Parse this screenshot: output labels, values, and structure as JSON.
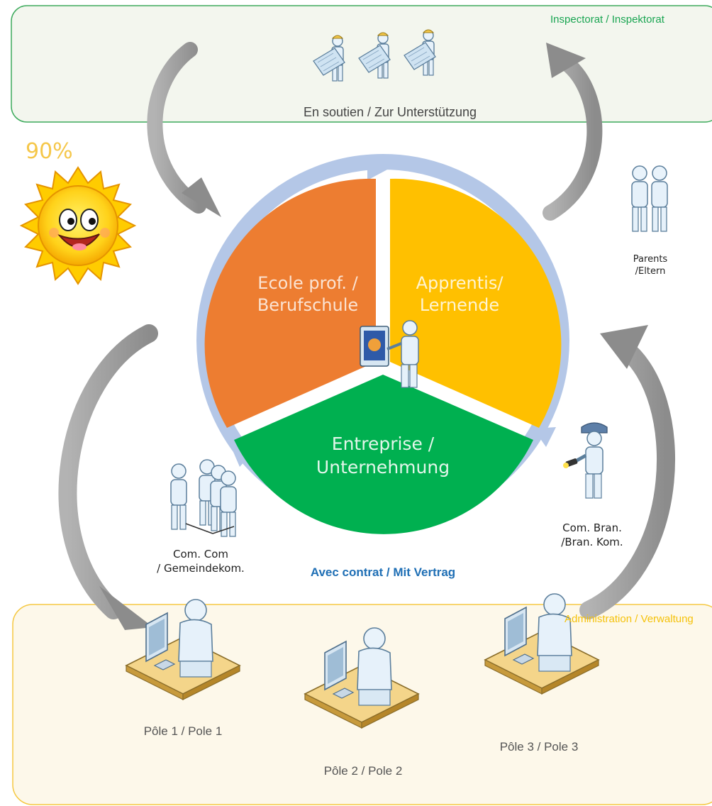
{
  "inspectorate": {
    "title": "Inspectorat / Inspektorat",
    "caption": "En soutien / Zur Unterstützung"
  },
  "sun": {
    "percent": "90%"
  },
  "cycle": {
    "school": [
      "Ecole prof. /",
      "Berufschule"
    ],
    "apprentice": [
      "Apprentis/",
      "Lernende"
    ],
    "company": [
      "Entreprise /",
      "Unternehmung"
    ]
  },
  "parents": [
    "Parents",
    "/Eltern"
  ],
  "branch_commission": [
    "Com. Bran.",
    "/Bran. Kom."
  ],
  "communal_commission": [
    "Com. Com",
    "/ Gemeindekom."
  ],
  "contract": "Avec contrat / Mit Vertrag",
  "administration": {
    "title": "Administration / Verwaltung",
    "poles": [
      "Pôle 1 / Pole 1",
      "Pôle 2 / Pole 2",
      "Pôle 3 / Pole 3"
    ]
  },
  "colors": {
    "inspectorate_border": "#3daa5c",
    "inspectorate_text": "#1aa552",
    "admin_border": "#f5c842",
    "admin_text": "#f5c20b",
    "school": "#ed7d31",
    "apprentice": "#ffc000",
    "company": "#00b050",
    "ring": "#b4c7e7",
    "contract_text": "#1f6fb5",
    "arrow": "#9e9e9e"
  }
}
